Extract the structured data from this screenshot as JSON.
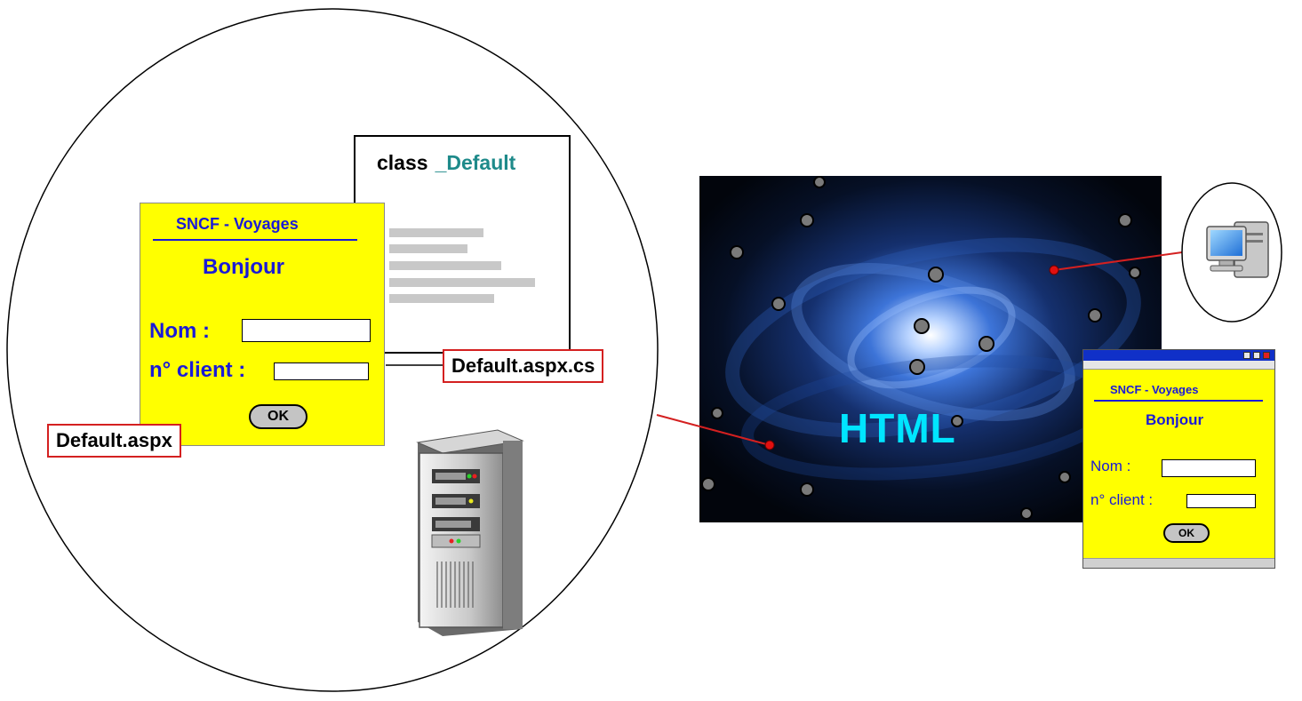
{
  "server_side": {
    "code_file": {
      "keyword": "class",
      "class_name": "_Default",
      "file_label": "Default.aspx.cs"
    },
    "page_file_label": "Default.aspx",
    "form": {
      "title": "SNCF - Voyages",
      "greeting": "Bonjour",
      "name_label": "Nom :",
      "client_label": "n° client :",
      "ok_label": "OK"
    }
  },
  "network": {
    "label": "HTML"
  },
  "client_side": {
    "browser_form": {
      "title": "SNCF - Voyages",
      "greeting": "Bonjour",
      "name_label": "Nom :",
      "client_label": "n° client :",
      "ok_label": "OK"
    },
    "icons": {
      "client": "client-computer-icon",
      "server": "server-tower-icon"
    }
  },
  "colors": {
    "form_background": "#ffff00",
    "form_text": "#1a1ad8",
    "class_name": "#1e8a8a",
    "file_label_border": "#d42020",
    "connector": "#d42020",
    "html_text": "#00e5ff"
  }
}
